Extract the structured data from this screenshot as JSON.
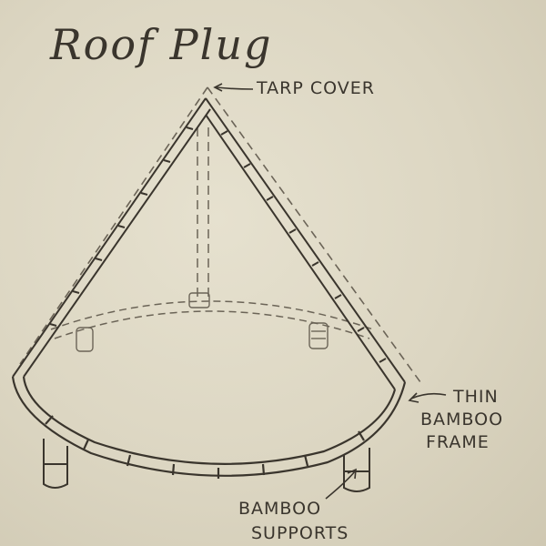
{
  "title": "Roof Plug",
  "labels": {
    "tarp_cover": "TARP COVER",
    "thin_bamboo_frame": [
      "THIN",
      "BAMBOO",
      "FRAME"
    ],
    "bamboo_supports": [
      "BAMBOO",
      "SUPPORTS"
    ]
  },
  "colors": {
    "paper": "#dcd6c2",
    "ink": "#3a352d",
    "pencil": "#6b6457"
  }
}
